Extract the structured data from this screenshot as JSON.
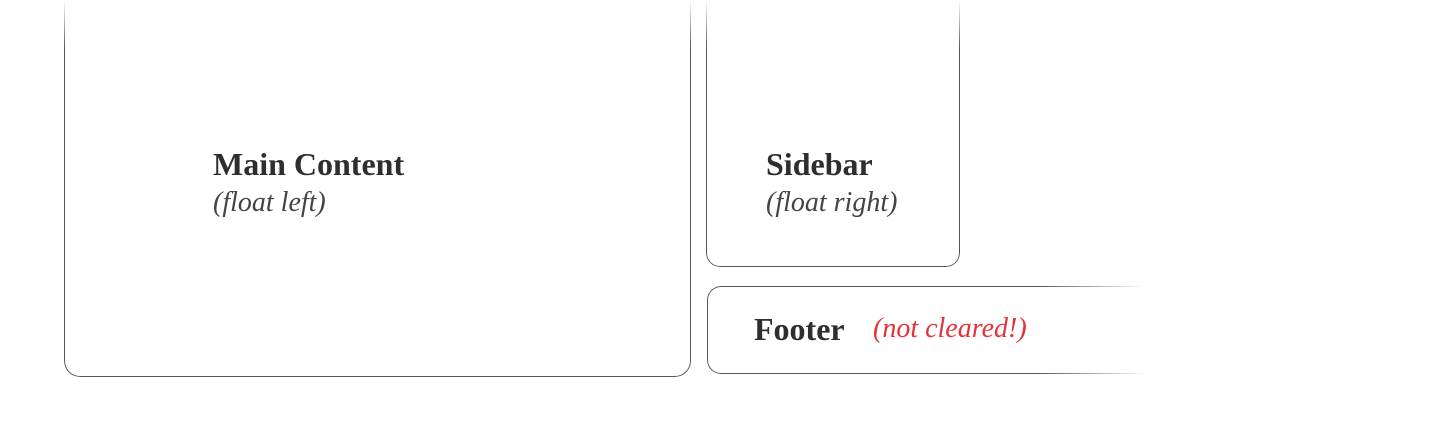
{
  "main": {
    "title": "Main Content",
    "subtitle": "(float left)"
  },
  "sidebar": {
    "title": "Sidebar",
    "subtitle": "(float right)"
  },
  "footer": {
    "title": "Footer",
    "note": "(not cleared!)",
    "note_color": "#e8303a"
  }
}
